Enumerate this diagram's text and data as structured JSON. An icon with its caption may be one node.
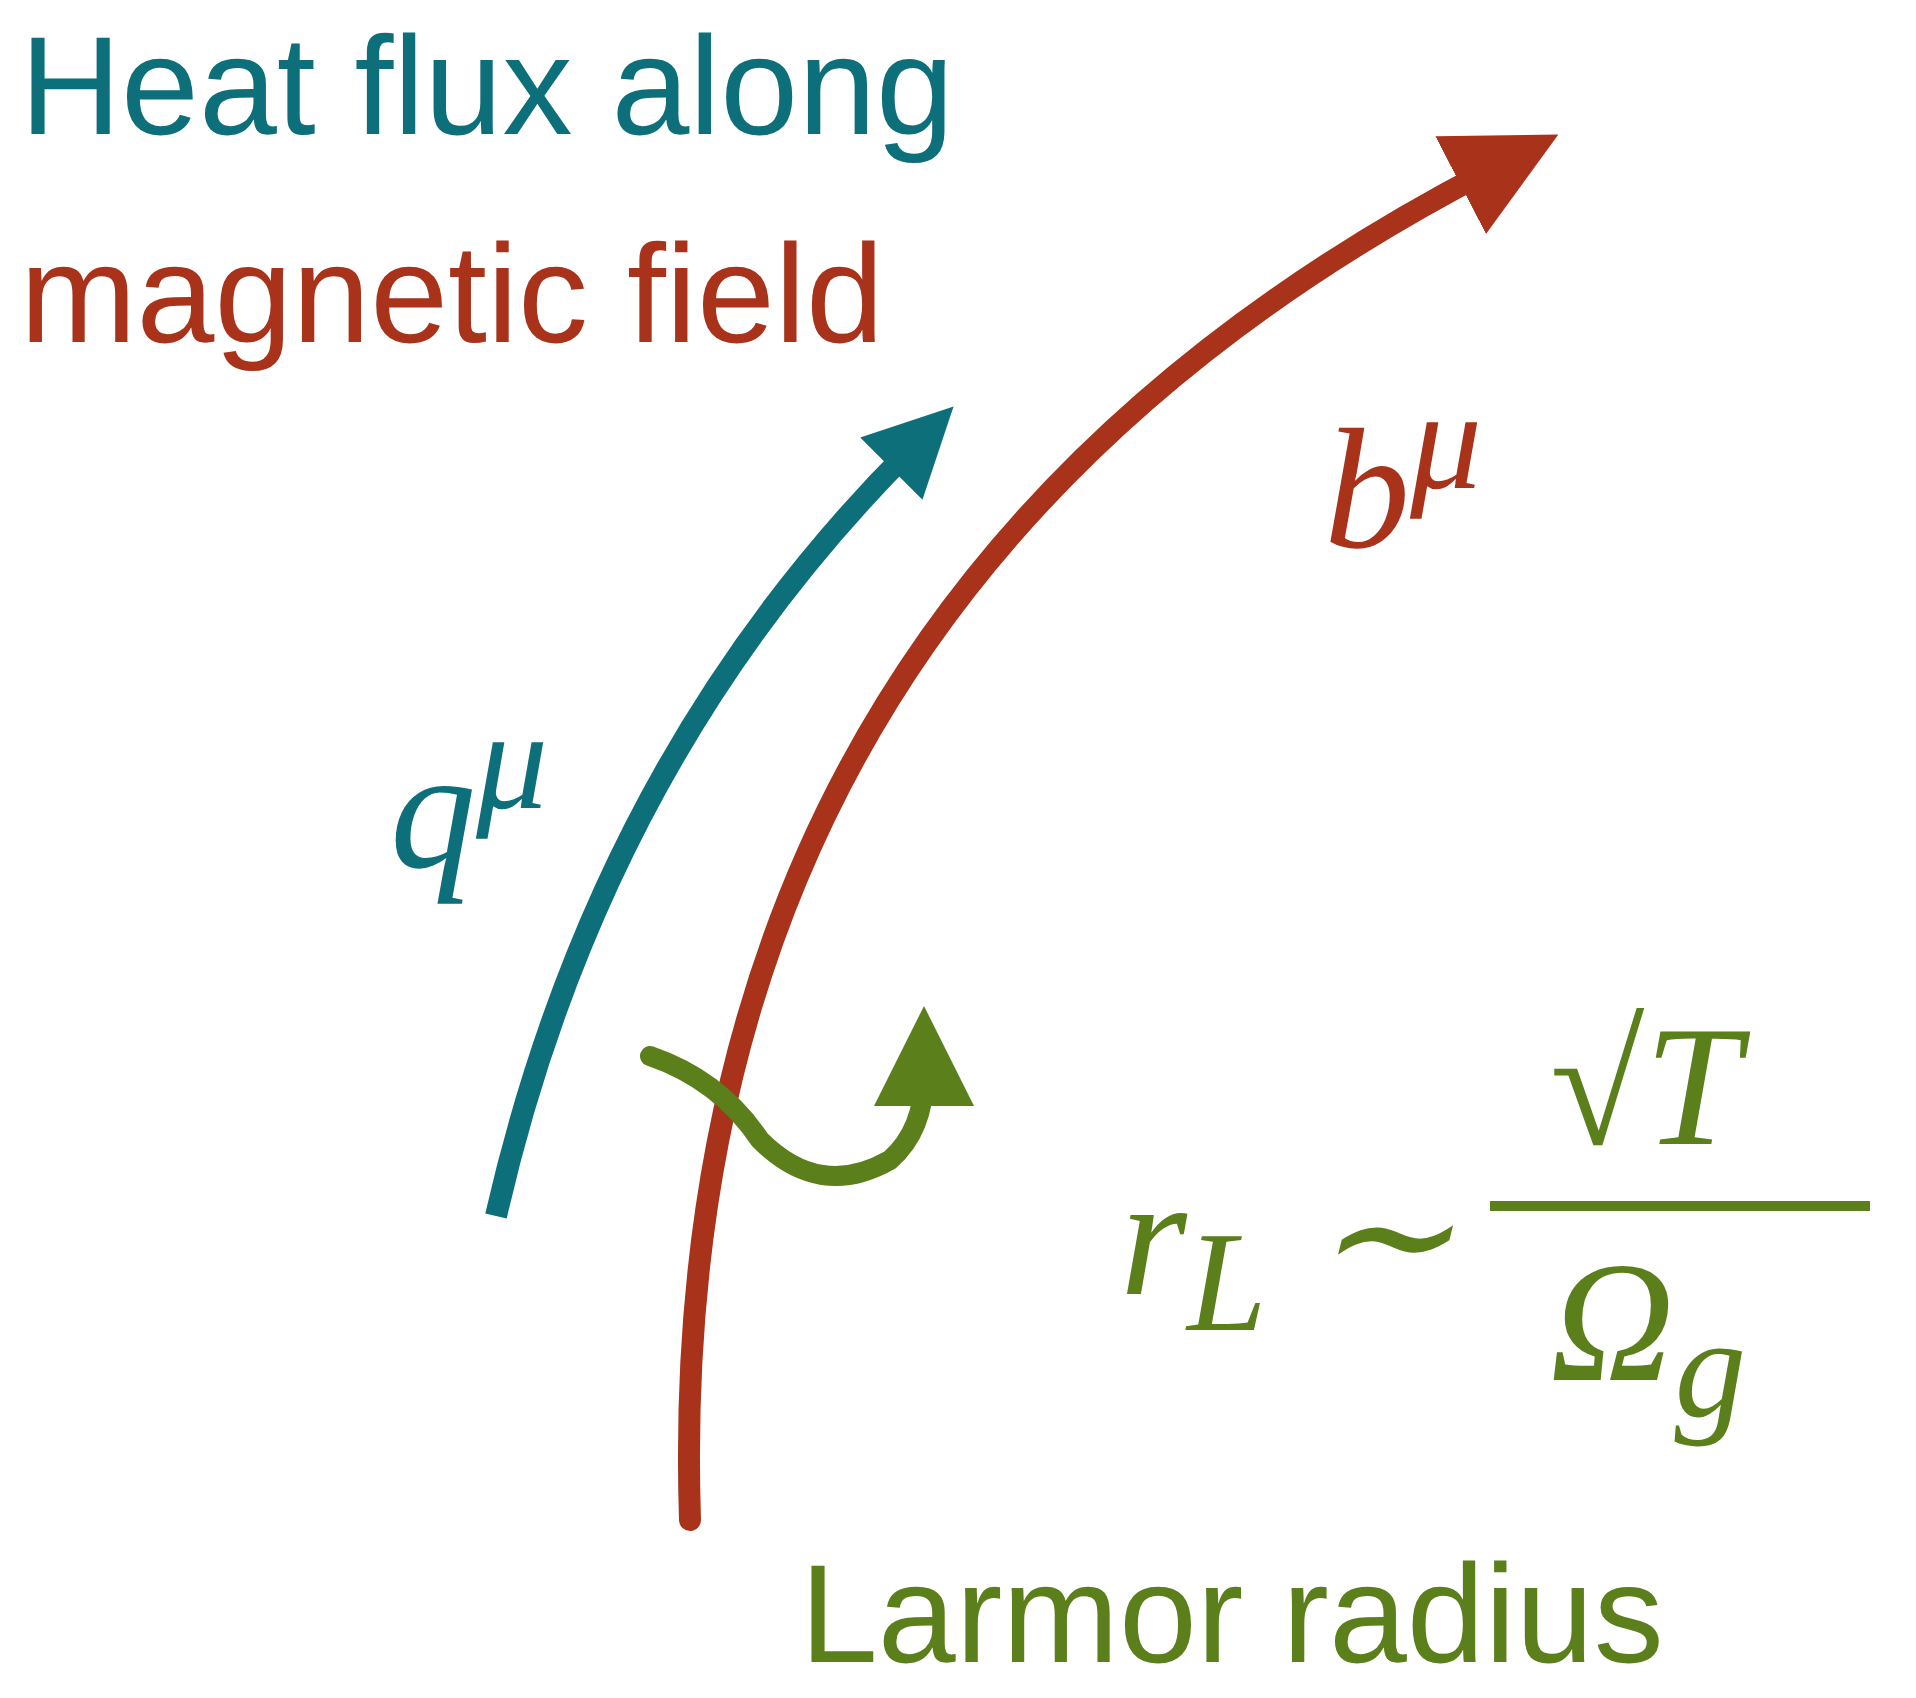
{
  "diagram": {
    "labels": [
      "Heat flux along",
      "magnetic field",
      "q$^{μ}$",
      "b$^{μ}$",
      "r$_{L}$ ∼",
      "√T",
      "Ω$_{g}$",
      "Larmor radius"
    ]
  }
}
